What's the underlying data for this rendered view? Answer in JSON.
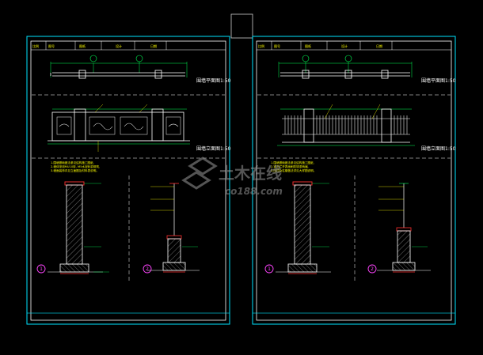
{
  "sheets": [
    {
      "title_block": {
        "cells": [
          "比例",
          "图号",
          "图纸",
          "设计",
          "日期"
        ]
      },
      "plan_label": "围墙平面图1:50",
      "elevation_label": "围墙立面图1:50",
      "notes": [
        "1.围墙基础做法参见结构施工图纸,",
        "2.墙体采用MU10砖, M5水泥砂浆砌筑,",
        "3.墙面装饰详见立面图及材料表说明。"
      ],
      "section_1_number": "1",
      "section_2_number": "2"
    },
    {
      "title_block": {
        "cells": [
          "比例",
          "图号",
          "图纸",
          "设计",
          "日期"
        ]
      },
      "plan_label": "围墙平面图1:50",
      "elevation_label": "围墙立面图1:50",
      "notes": [
        "1.围墙基础做法参见结构施工图纸,",
        "2.铁艺栏杆表面刷防锈漆两遍,",
        "3.压顶及柱帽做法详见大样图说明。"
      ],
      "section_1_number": "1",
      "section_2_number": "2"
    }
  ],
  "watermark": {
    "cn": "土木在线",
    "en": "co188.com"
  },
  "colors": {
    "frame": "#00e5ff",
    "dim": "#00ff55",
    "line": "#e8e8e8",
    "note": "#ffff00",
    "section_circle": "#ff44ff",
    "red": "#ff3030"
  }
}
